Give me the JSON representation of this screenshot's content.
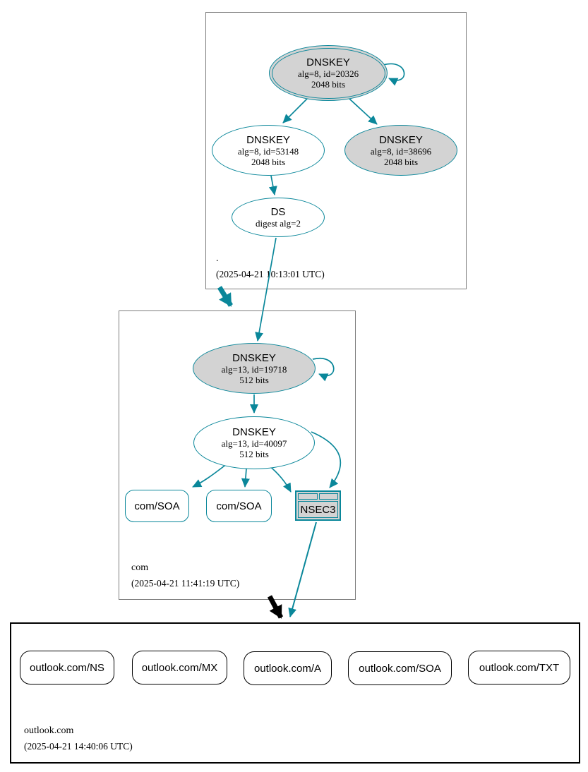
{
  "diagram": {
    "type": "dnssec-authentication-chain",
    "tool": "dnsviz-style graph"
  },
  "colors": {
    "secure_edge": "#0a879a",
    "key_fill": "#d3d3d3",
    "insecure_edge": "#000000"
  },
  "zones": {
    "root": {
      "name": ".",
      "timestamp": "(2025-04-21 10:13:01 UTC)"
    },
    "com": {
      "name": "com",
      "timestamp": "(2025-04-21 11:41:19 UTC)"
    },
    "outlook": {
      "name": "outlook.com",
      "timestamp": "(2025-04-21 14:40:06 UTC)"
    }
  },
  "nodes": {
    "root_ksk": {
      "title": "DNSKEY",
      "detail": "alg=8, id=20326",
      "bits": "2048 bits"
    },
    "root_zsk": {
      "title": "DNSKEY",
      "detail": "alg=8, id=53148",
      "bits": "2048 bits"
    },
    "root_key2": {
      "title": "DNSKEY",
      "detail": "alg=8, id=38696",
      "bits": "2048 bits"
    },
    "root_ds": {
      "title": "DS",
      "detail": "digest alg=2"
    },
    "com_ksk": {
      "title": "DNSKEY",
      "detail": "alg=13, id=19718",
      "bits": "512 bits"
    },
    "com_zsk": {
      "title": "DNSKEY",
      "detail": "alg=13, id=40097",
      "bits": "512 bits"
    },
    "com_soa1": {
      "label": "com/SOA"
    },
    "com_soa2": {
      "label": "com/SOA"
    },
    "nsec3": {
      "label": "NSEC3"
    },
    "outlook_ns": {
      "label": "outlook.com/NS"
    },
    "outlook_mx": {
      "label": "outlook.com/MX"
    },
    "outlook_a": {
      "label": "outlook.com/A"
    },
    "outlook_soa": {
      "label": "outlook.com/SOA"
    },
    "outlook_txt": {
      "label": "outlook.com/TXT"
    }
  }
}
